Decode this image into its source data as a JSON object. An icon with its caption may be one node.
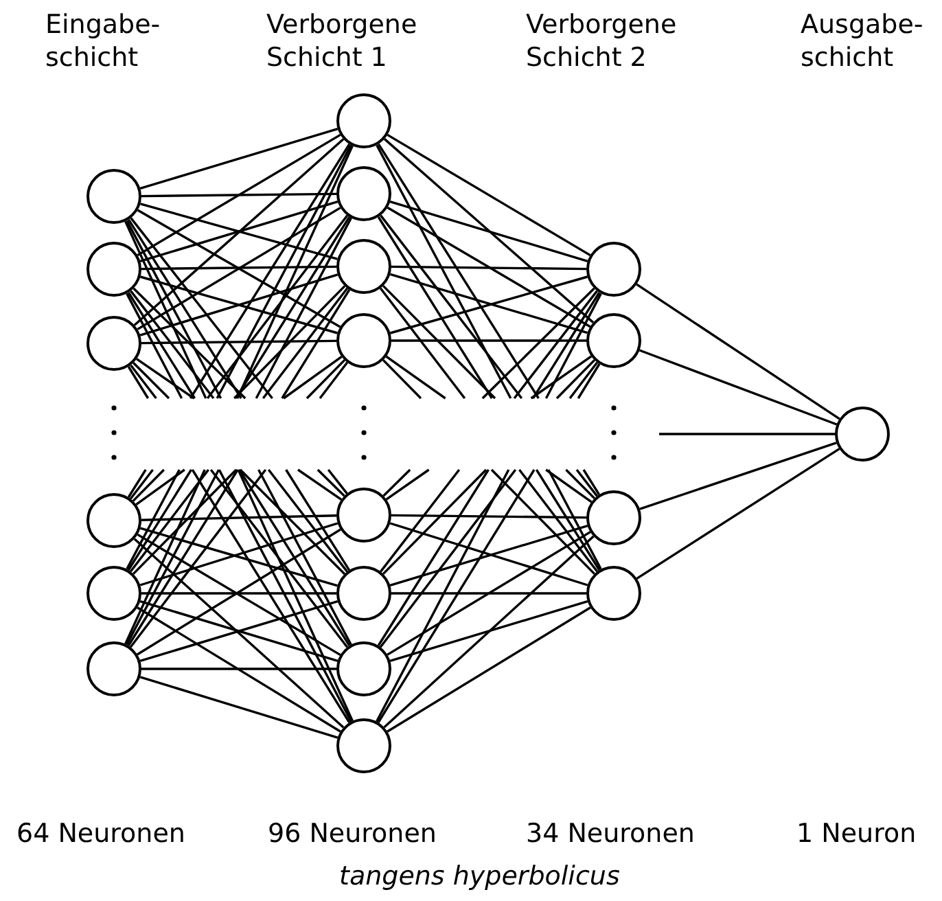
{
  "diagram": {
    "nodes": [
      {
        "text": [],
        "shape": "circle"
      },
      {
        "text": [],
        "shape": "circle"
      },
      {
        "text": [],
        "shape": "circle"
      },
      {
        "text": [],
        "shape": "circle"
      },
      {
        "text": [],
        "shape": "circle"
      },
      {
        "text": [],
        "shape": "circle"
      },
      {
        "text": [],
        "shape": "circle"
      },
      {
        "text": [],
        "shape": "circle"
      },
      {
        "text": [],
        "shape": "circle"
      },
      {
        "text": [],
        "shape": "circle"
      },
      {
        "text": [],
        "shape": "circle"
      },
      {
        "text": [],
        "shape": "circle"
      },
      {
        "text": [],
        "shape": "circle"
      },
      {
        "text": [],
        "shape": "circle"
      },
      {
        "text": [],
        "shape": "circle"
      },
      {
        "text": [],
        "shape": "circle"
      },
      {
        "text": [],
        "shape": "circle"
      },
      {
        "text": [],
        "shape": "circle"
      },
      {
        "text": [],
        "shape": "circle"
      }
    ],
    "edges": [
      {
        "from": 0,
        "to": 6,
        "arrow": "none"
      },
      {
        "from": 0,
        "to": 7,
        "arrow": "none"
      },
      {
        "from": 0,
        "to": 8,
        "arrow": "none"
      },
      {
        "from": 0,
        "to": 9,
        "arrow": "none"
      },
      {
        "from": 0,
        "to": null,
        "arrow": "none"
      },
      {
        "from": null,
        "to": 10,
        "arrow": "none"
      },
      {
        "from": 0,
        "to": null,
        "arrow": "none"
      },
      {
        "from": null,
        "to": 11,
        "arrow": "none"
      },
      {
        "from": 0,
        "to": null,
        "arrow": "none"
      },
      {
        "from": null,
        "to": 12,
        "arrow": "none"
      },
      {
        "from": 0,
        "to": null,
        "arrow": "none"
      },
      {
        "from": null,
        "to": 13,
        "arrow": "none"
      },
      {
        "from": 1,
        "to": 6,
        "arrow": "none"
      },
      {
        "from": 1,
        "to": 7,
        "arrow": "none"
      },
      {
        "from": 1,
        "to": 8,
        "arrow": "none"
      },
      {
        "from": 1,
        "to": 9,
        "arrow": "none"
      },
      {
        "from": 1,
        "to": null,
        "arrow": "none"
      },
      {
        "from": null,
        "to": 10,
        "arrow": "none"
      },
      {
        "from": 1,
        "to": null,
        "arrow": "none"
      },
      {
        "from": null,
        "to": 11,
        "arrow": "none"
      },
      {
        "from": 1,
        "to": null,
        "arrow": "none"
      },
      {
        "from": null,
        "to": 12,
        "arrow": "none"
      },
      {
        "from": 1,
        "to": null,
        "arrow": "none"
      },
      {
        "from": null,
        "to": 13,
        "arrow": "none"
      },
      {
        "from": 2,
        "to": 6,
        "arrow": "none"
      },
      {
        "from": 2,
        "to": 7,
        "arrow": "none"
      },
      {
        "from": 2,
        "to": 8,
        "arrow": "none"
      },
      {
        "from": 2,
        "to": 9,
        "arrow": "none"
      },
      {
        "from": 2,
        "to": null,
        "arrow": "none"
      },
      {
        "from": null,
        "to": 10,
        "arrow": "none"
      },
      {
        "from": 2,
        "to": null,
        "arrow": "none"
      },
      {
        "from": null,
        "to": 11,
        "arrow": "none"
      },
      {
        "from": 2,
        "to": null,
        "arrow": "none"
      },
      {
        "from": null,
        "to": 12,
        "arrow": "none"
      },
      {
        "from": 2,
        "to": null,
        "arrow": "none"
      },
      {
        "from": null,
        "to": 13,
        "arrow": "none"
      },
      {
        "from": 3,
        "to": null,
        "arrow": "none"
      },
      {
        "from": null,
        "to": 6,
        "arrow": "none"
      },
      {
        "from": 3,
        "to": null,
        "arrow": "none"
      },
      {
        "from": null,
        "to": 7,
        "arrow": "none"
      },
      {
        "from": 3,
        "to": null,
        "arrow": "none"
      },
      {
        "from": null,
        "to": 8,
        "arrow": "none"
      },
      {
        "from": 3,
        "to": null,
        "arrow": "none"
      },
      {
        "from": null,
        "to": 9,
        "arrow": "none"
      },
      {
        "from": 3,
        "to": 10,
        "arrow": "none"
      },
      {
        "from": 3,
        "to": 11,
        "arrow": "none"
      },
      {
        "from": 3,
        "to": 12,
        "arrow": "none"
      },
      {
        "from": 3,
        "to": 13,
        "arrow": "none"
      },
      {
        "from": 4,
        "to": null,
        "arrow": "none"
      },
      {
        "from": null,
        "to": 6,
        "arrow": "none"
      },
      {
        "from": 4,
        "to": null,
        "arrow": "none"
      },
      {
        "from": null,
        "to": 7,
        "arrow": "none"
      },
      {
        "from": 4,
        "to": null,
        "arrow": "none"
      },
      {
        "from": null,
        "to": 8,
        "arrow": "none"
      },
      {
        "from": 4,
        "to": null,
        "arrow": "none"
      },
      {
        "from": null,
        "to": 9,
        "arrow": "none"
      },
      {
        "from": 4,
        "to": 10,
        "arrow": "none"
      },
      {
        "from": 4,
        "to": 11,
        "arrow": "none"
      },
      {
        "from": 4,
        "to": 12,
        "arrow": "none"
      },
      {
        "from": 4,
        "to": 13,
        "arrow": "none"
      },
      {
        "from": 5,
        "to": null,
        "arrow": "none"
      },
      {
        "from": null,
        "to": 6,
        "arrow": "none"
      },
      {
        "from": 5,
        "to": null,
        "arrow": "none"
      },
      {
        "from": null,
        "to": 7,
        "arrow": "none"
      },
      {
        "from": 5,
        "to": null,
        "arrow": "none"
      },
      {
        "from": null,
        "to": 8,
        "arrow": "none"
      },
      {
        "from": 5,
        "to": null,
        "arrow": "none"
      },
      {
        "from": null,
        "to": 9,
        "arrow": "none"
      },
      {
        "from": 5,
        "to": 10,
        "arrow": "none"
      },
      {
        "from": 5,
        "to": 11,
        "arrow": "none"
      },
      {
        "from": 5,
        "to": 12,
        "arrow": "none"
      },
      {
        "from": 5,
        "to": 13,
        "arrow": "none"
      },
      {
        "from": 6,
        "to": 14,
        "arrow": "none"
      },
      {
        "from": 6,
        "to": 15,
        "arrow": "none"
      },
      {
        "from": 6,
        "to": null,
        "arrow": "none"
      },
      {
        "from": null,
        "to": 16,
        "arrow": "none"
      },
      {
        "from": 6,
        "to": null,
        "arrow": "none"
      },
      {
        "from": null,
        "to": 17,
        "arrow": "none"
      },
      {
        "from": 7,
        "to": 14,
        "arrow": "none"
      },
      {
        "from": 7,
        "to": 15,
        "arrow": "none"
      },
      {
        "from": 7,
        "to": null,
        "arrow": "none"
      },
      {
        "from": null,
        "to": 16,
        "arrow": "none"
      },
      {
        "from": 7,
        "to": null,
        "arrow": "none"
      },
      {
        "from": null,
        "to": 17,
        "arrow": "none"
      },
      {
        "from": 8,
        "to": 14,
        "arrow": "none"
      },
      {
        "from": 8,
        "to": 15,
        "arrow": "none"
      },
      {
        "from": 8,
        "to": null,
        "arrow": "none"
      },
      {
        "from": null,
        "to": 16,
        "arrow": "none"
      },
      {
        "from": 8,
        "to": null,
        "arrow": "none"
      },
      {
        "from": null,
        "to": 17,
        "arrow": "none"
      },
      {
        "from": 9,
        "to": 14,
        "arrow": "none"
      },
      {
        "from": 9,
        "to": 15,
        "arrow": "none"
      },
      {
        "from": 9,
        "to": null,
        "arrow": "none"
      },
      {
        "from": null,
        "to": 16,
        "arrow": "none"
      },
      {
        "from": 9,
        "to": null,
        "arrow": "none"
      },
      {
        "from": null,
        "to": 17,
        "arrow": "none"
      },
      {
        "from": 10,
        "to": null,
        "arrow": "none"
      },
      {
        "from": null,
        "to": 14,
        "arrow": "none"
      },
      {
        "from": 10,
        "to": null,
        "arrow": "none"
      },
      {
        "from": null,
        "to": 15,
        "arrow": "none"
      },
      {
        "from": 10,
        "to": 16,
        "arrow": "none"
      },
      {
        "from": 10,
        "to": 17,
        "arrow": "none"
      },
      {
        "from": 11,
        "to": null,
        "arrow": "none"
      },
      {
        "from": null,
        "to": 14,
        "arrow": "none"
      },
      {
        "from": 11,
        "to": null,
        "arrow": "none"
      },
      {
        "from": null,
        "to": 15,
        "arrow": "none"
      },
      {
        "from": 11,
        "to": 16,
        "arrow": "none"
      },
      {
        "from": 11,
        "to": 17,
        "arrow": "none"
      },
      {
        "from": 12,
        "to": null,
        "arrow": "none"
      },
      {
        "from": null,
        "to": 14,
        "arrow": "none"
      },
      {
        "from": 12,
        "to": null,
        "arrow": "none"
      },
      {
        "from": null,
        "to": 15,
        "arrow": "none"
      },
      {
        "from": 12,
        "to": 16,
        "arrow": "none"
      },
      {
        "from": 12,
        "to": 17,
        "arrow": "none"
      },
      {
        "from": 13,
        "to": null,
        "arrow": "none"
      },
      {
        "from": null,
        "to": 14,
        "arrow": "none"
      },
      {
        "from": 13,
        "to": null,
        "arrow": "none"
      },
      {
        "from": null,
        "to": 15,
        "arrow": "none"
      },
      {
        "from": 13,
        "to": 16,
        "arrow": "none"
      },
      {
        "from": 13,
        "to": 17,
        "arrow": "none"
      },
      {
        "from": 14,
        "to": 18,
        "arrow": "none"
      },
      {
        "from": 15,
        "to": 18,
        "arrow": "none"
      },
      {
        "from": 16,
        "to": 18,
        "arrow": "none"
      },
      {
        "from": 17,
        "to": 18,
        "arrow": "none"
      },
      {
        "from": null,
        "to": 18,
        "arrow": "none"
      }
    ],
    "labels": [
      "Eingabe- schicht",
      "Verborgene Schicht 1",
      "Verborgene Schicht 2",
      "Ausgabe- schicht",
      "64 Neuronen",
      "96 Neuronen",
      "34 Neuronen",
      "1 Neuron",
      "tangens hyperbolicus"
    ]
  }
}
